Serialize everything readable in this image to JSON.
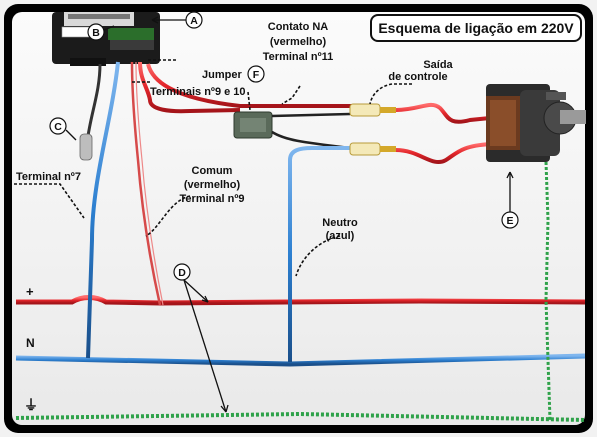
{
  "title": "Esquema de ligação em 220V",
  "labels": {
    "contato_na": "Contato NA",
    "contato_na_cor": "(vermelho)",
    "contato_na_terminal": "Terminal nº11",
    "saida": "Saída",
    "saida_2": "de controle",
    "jumper": "Jumper",
    "jumper_terminais": "Terminais nº9 e 10",
    "terminal7": "Terminal nº7",
    "comum": "Comum",
    "comum_cor": "(vermelho)",
    "comum_terminal": "Terminal nº9",
    "neutro": "Neutro",
    "neutro_cor": "(azul)",
    "plus": "+",
    "n": "N",
    "ground": "⏚"
  },
  "markers": {
    "a": "A",
    "b": "B",
    "c": "C",
    "d": "D",
    "e": "E",
    "f": "F"
  },
  "colors": {
    "phase": "#e3262b",
    "neutral": "#2c7fd0",
    "ground": "#2fa24a",
    "frame": "#000000"
  }
}
